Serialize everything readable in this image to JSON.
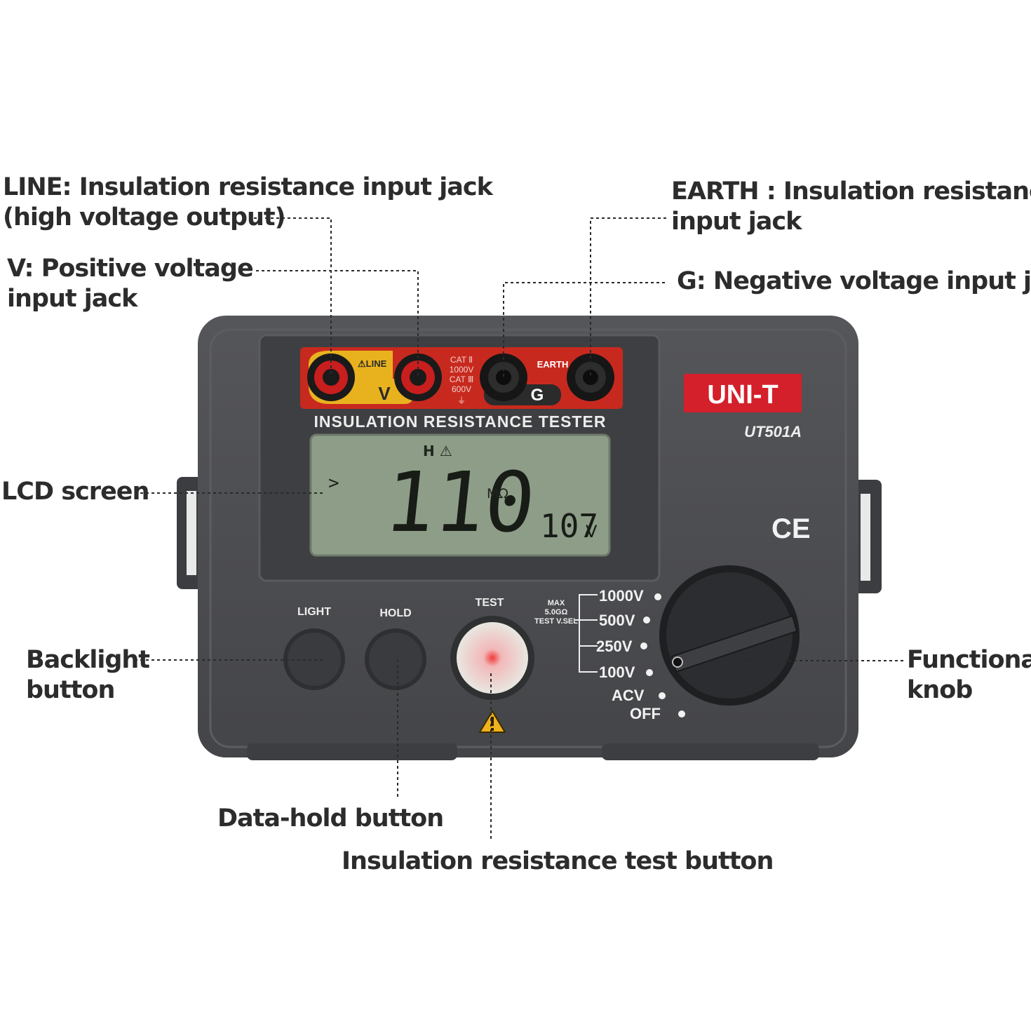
{
  "callouts": {
    "line_jack": [
      "LINE: Insulation resistance input jack",
      "(high voltage output)"
    ],
    "v_jack": [
      "V: Positive voltage",
      "input jack"
    ],
    "earth_jack": [
      "EARTH : Insulation resistance",
      "input jack"
    ],
    "g_jack": [
      "G: Negative voltage input jack"
    ],
    "lcd": [
      "LCD screen"
    ],
    "backlight": [
      "Backlight",
      "button"
    ],
    "knob": [
      "Functional",
      "knob"
    ],
    "hold": [
      "Data-hold button"
    ],
    "test": [
      "Insulation resistance test button"
    ]
  },
  "device": {
    "jack_line_label": "⚠LINE",
    "jack_v_label": "V",
    "jack_g_label": "G",
    "jack_earth_label": "EARTH",
    "cat_lines": [
      "CAT Ⅱ",
      "1000V",
      "CAT Ⅲ",
      "600V",
      "⏚"
    ],
    "panel_title": "INSULATION RESISTANCE TESTER",
    "brand": "UNI-T",
    "model": "UT501A",
    "ce_mark": "CE",
    "lcd": {
      "indicators": "H ⚠",
      "arrow": ">",
      "main_value": "110",
      "main_unit": "MΩ",
      "sub_value": "107",
      "sub_unit": "V"
    },
    "buttons": {
      "light": "LIGHT",
      "hold": "HOLD",
      "test": "TEST"
    },
    "max_label": [
      "MAX",
      "5.0GΩ",
      "TEST V.SEL"
    ],
    "ranges": [
      "1000V",
      "500V",
      "250V",
      "100V",
      "ACV",
      "OFF"
    ]
  },
  "colors": {
    "body": "#4a4b4d",
    "jack_panel": "#c8291f",
    "line_jack": "#e8b21f",
    "lcd": "#8e9d88",
    "brand_bg": "#d4202a",
    "test_button": "#ecebe6"
  }
}
